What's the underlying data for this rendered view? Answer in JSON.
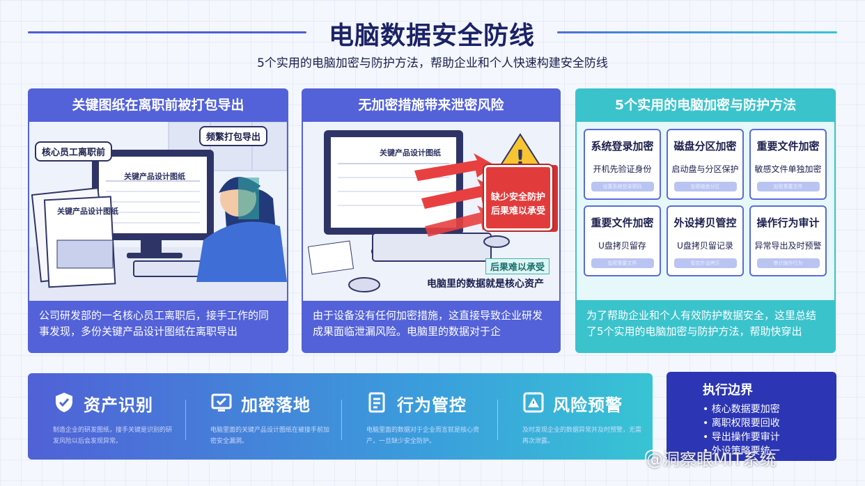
{
  "header": {
    "title": "电脑数据安全防线",
    "subtitle": "5个实用的电脑加密与防护方法，帮助企业和个人快速构建安全防线"
  },
  "panels": [
    {
      "title": "关键图纸在离职前被打包导出",
      "bubble1": "核心员工离职前",
      "bubble2": "频繁打包导出",
      "screen_text": "关键产品设计图纸",
      "folder_text": "关键产品设计图纸",
      "footer": "公司研发部的一名核心员工离职后，接手工作的同事发现，多份关键产品设计图纸在离职导出"
    },
    {
      "title": "无加密措施带来泄密风险",
      "screen_text": "关键产品设计图纸",
      "warning": "缺少安全防护 后果难以承受",
      "tag": "后果难以承受",
      "caption": "电脑里的数据就是核心资产",
      "footer": "由于设备没有任何加密措施，这直接导致企业研发成果面临泄漏风险。电脑里的数据对于企"
    },
    {
      "title": "5个实用的电脑加密与防护方法",
      "footer": "为了帮助企业和个人有效防护数据安全，这里总结了5个实用的电脑加密与防护方法，帮助快穿出"
    }
  ],
  "methods": [
    {
      "title": "系统登录加密",
      "desc": "开机先验证身份",
      "button": "设置系统登录密码"
    },
    {
      "title": "磁盘分区加密",
      "desc": "启动盘与分区保护",
      "button": "加密磁盘分区"
    },
    {
      "title": "重要文件加密",
      "desc": "敏感文件单独加密",
      "button": "加密重要文件"
    },
    {
      "title": "重要文件加密",
      "desc": "U盘拷贝留存",
      "button": "加密重要文件"
    },
    {
      "title": "外设拷贝管控",
      "desc": "U盘拷贝留记录",
      "button": "管控外设拷贝"
    },
    {
      "title": "操作行为审计",
      "desc": "异常导出及时预警",
      "button": "审计操作行为"
    }
  ],
  "features": [
    {
      "title": "资产识别",
      "icon": "shield-check-icon",
      "desc": "制造企业的研发图纸，接手关键是识别的研发风险以后会发现异常。"
    },
    {
      "title": "加密落地",
      "icon": "monitor-check-icon",
      "desc": "电脑里面的关键产品设计图纸在被接手前加密安全漏洞。"
    },
    {
      "title": "行为管控",
      "icon": "document-list-icon",
      "desc": "电脑里面的数据对于企业而言就是核心资产，一旦缺少安全防护。"
    },
    {
      "title": "风险预警",
      "icon": "warning-grid-icon",
      "desc": "及时发现企业的数据异常并及时预警，无需再次泄露。"
    }
  ],
  "exec": {
    "title": "执行边界",
    "items": [
      "核心数据要加密",
      "离职权限要回收",
      "导出操作要审计",
      "外设策略要统一"
    ]
  },
  "watermark": "@洞察眼MIT系统",
  "colors": {
    "primary": "#5362d8",
    "accent": "#3bc3cc",
    "dark": "#2c36b4",
    "danger": "#e23b3b"
  }
}
